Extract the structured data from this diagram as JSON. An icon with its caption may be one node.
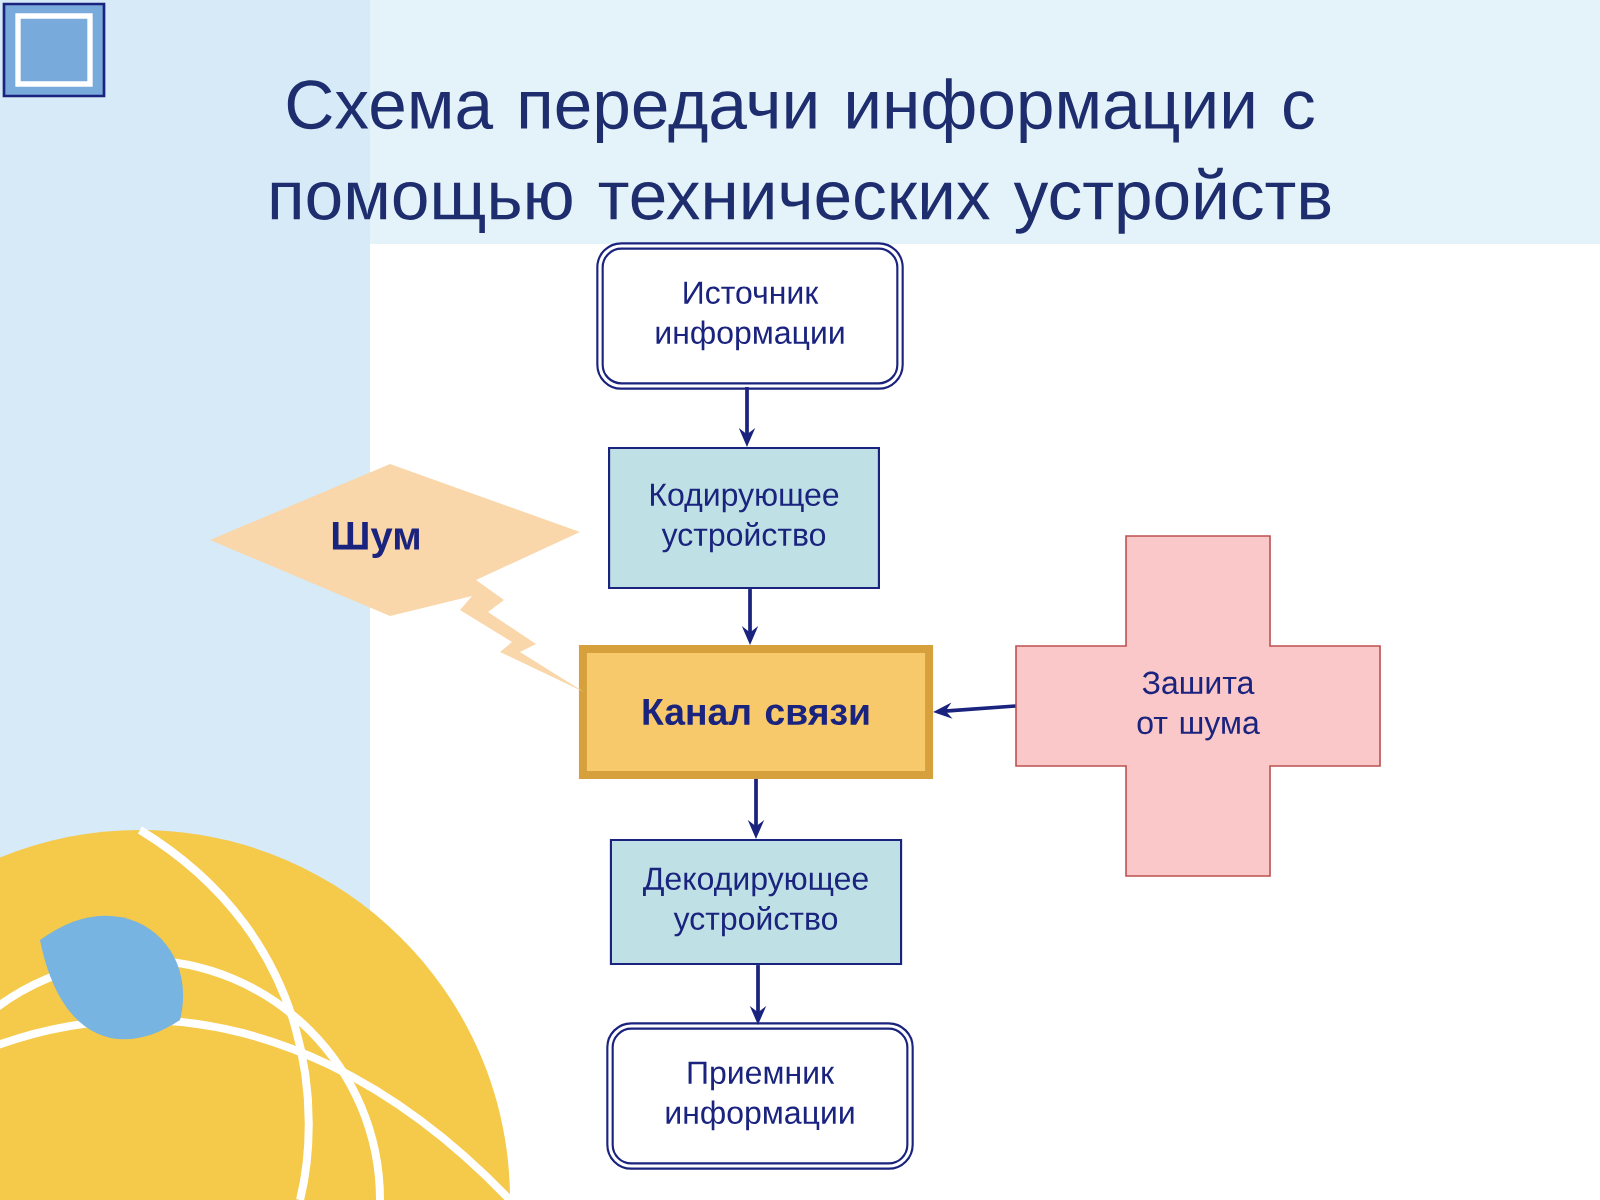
{
  "diagram": {
    "title": "Схема передачи информации с помощью технических устройств",
    "nodes": [
      {
        "text": [
          "Источник информации"
        ]
      },
      {
        "text": [
          "Кодирующее устройство"
        ]
      },
      {
        "text": [
          "Канал связи"
        ]
      },
      {
        "text": [
          "Декодирующее устройство"
        ]
      },
      {
        "text": [
          "Приемник информации"
        ]
      },
      {
        "text": [
          "Шум"
        ]
      },
      {
        "text": [
          "Зашита от шума"
        ]
      }
    ],
    "edges": [
      {
        "from": 0,
        "to": 1,
        "arrow": "to"
      },
      {
        "from": 1,
        "to": 2,
        "arrow": "to"
      },
      {
        "from": 2,
        "to": 3,
        "arrow": "to"
      },
      {
        "from": 3,
        "to": 4,
        "arrow": "to"
      },
      {
        "from": 6,
        "to": 2,
        "arrow": "to"
      }
    ]
  }
}
